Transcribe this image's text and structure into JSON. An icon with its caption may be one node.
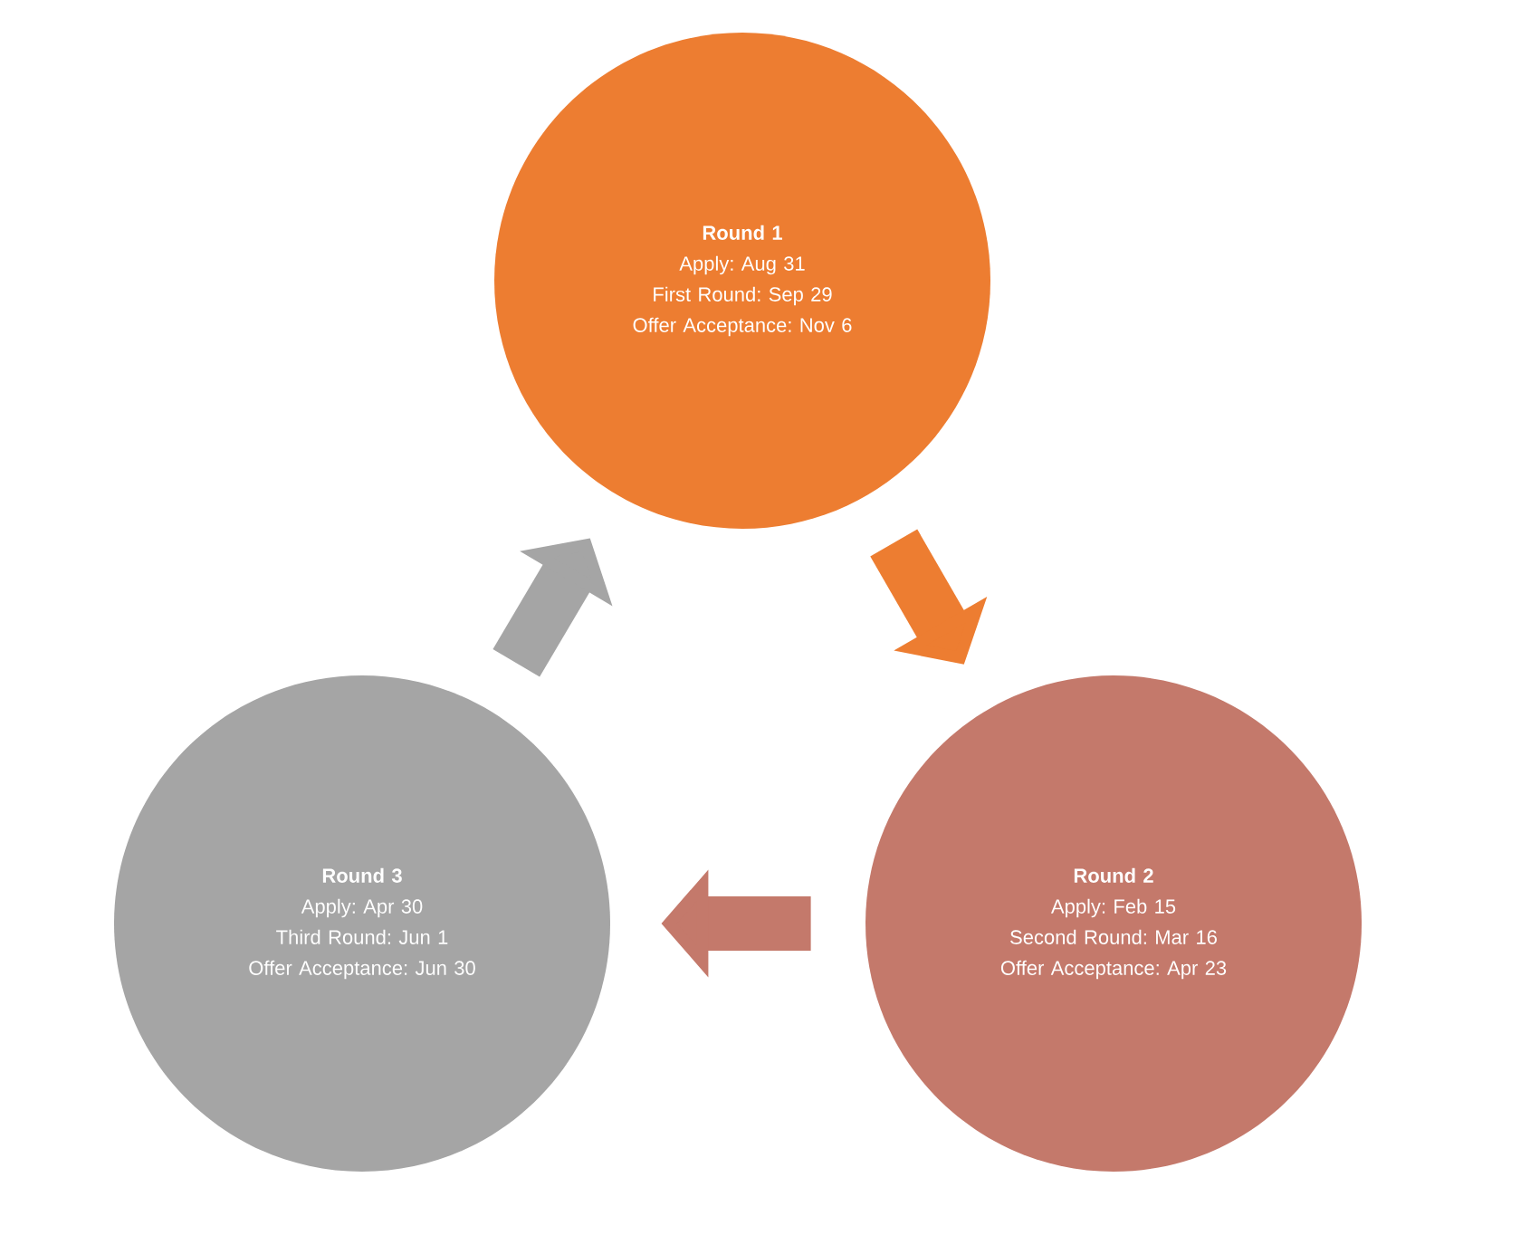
{
  "diagram": {
    "nodes": [
      {
        "text": [
          "Round 1",
          "Apply: Aug 31",
          "First Round: Sep 29",
          "Offer Acceptance: Nov 6"
        ]
      },
      {
        "text": [
          "Round 2",
          "Apply: Feb 15",
          "Second Round: Mar 16",
          "Offer Acceptance: Apr 23"
        ]
      },
      {
        "text": [
          "Round 3",
          "Apply: Apr 30",
          "Third Round: Jun 1",
          "Offer Acceptance: Jun 30"
        ]
      }
    ],
    "edges": [
      {
        "from": 0,
        "to": 1,
        "arrow": "to",
        "color": "#ed7d31"
      },
      {
        "from": 1,
        "to": 2,
        "arrow": "to",
        "color": "#c4796b"
      },
      {
        "from": 2,
        "to": 0,
        "arrow": "to",
        "color": "#a5a5a5"
      }
    ]
  }
}
